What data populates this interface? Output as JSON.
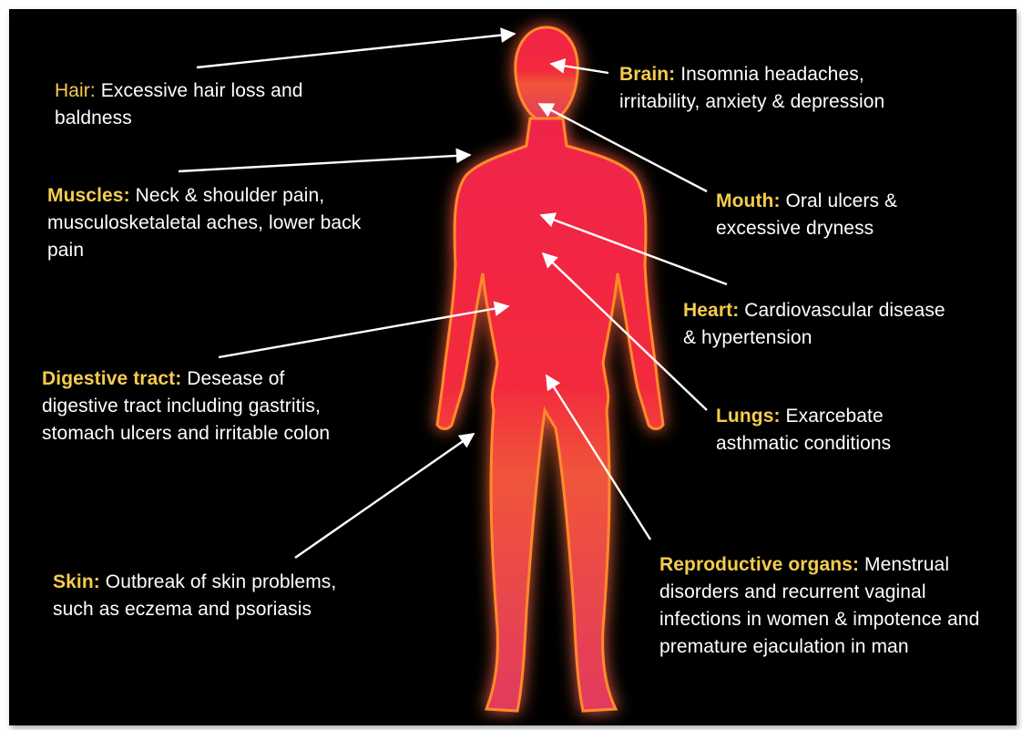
{
  "colors": {
    "background": "#000000",
    "heading": "#f6cc4e",
    "text": "#ffffff",
    "figure": "#e8274f",
    "glow": "#ff7a1a"
  },
  "annotations": [
    {
      "id": "hair",
      "heading": "Hair:",
      "text": "Excessive hair loss and baldness"
    },
    {
      "id": "brain",
      "heading": "Brain:",
      "text": "Insomnia headaches, irritability, anxiety & depression"
    },
    {
      "id": "muscles",
      "heading": "Muscles:",
      "text": "Neck & shoulder pain, musculosketaletal aches, lower back pain"
    },
    {
      "id": "mouth",
      "heading": "Mouth:",
      "text": "Oral ulcers & excessive dryness"
    },
    {
      "id": "heart",
      "heading": "Heart:",
      "text": "Cardiovascular disease & hypertension"
    },
    {
      "id": "digestive",
      "heading": "Digestive tract:",
      "text": "Desease of digestive tract including gastritis, stomach ulcers and irritable colon"
    },
    {
      "id": "lungs",
      "heading": "Lungs:",
      "text": "Exarcebate asthmatic conditions"
    },
    {
      "id": "skin",
      "heading": "Skin:",
      "text": "Outbreak of skin problems, such as eczema and psoriasis"
    },
    {
      "id": "reproductive",
      "heading": "Reproductive organs:",
      "text": "Menstrual disorders and recurrent vaginal infections in women & impotence and premature ejaculation in man"
    }
  ]
}
